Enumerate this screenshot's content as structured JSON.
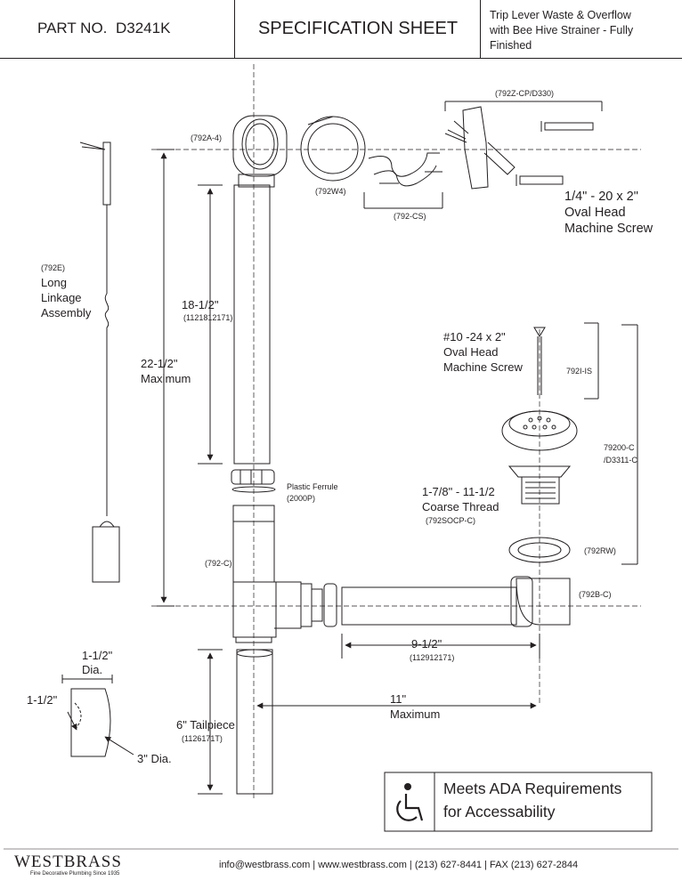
{
  "header": {
    "part_no_label": "PART NO.",
    "part_no": "D3241K",
    "sheet_title": "SPECIFICATION SHEET",
    "description_lines": [
      "Trip Lever Waste & Overflow",
      "with Bee Hive Strainer - Fully",
      "Finished"
    ]
  },
  "parts": {
    "overflow_elbow": "(792A-4)",
    "gasket": "(792W4)",
    "cs": "(792-CS)",
    "faceplate_group": "(792Z-CP/D330)",
    "faceplate_screw": [
      "1/4\" - 20 x 2\"",
      "Oval Head",
      "Machine Screw"
    ],
    "linkage": [
      "(792E)",
      "Long",
      "Linkage",
      "Assembly"
    ],
    "overflow_tube_len": "18-1/2\"",
    "overflow_tube_code": "(1121812171)",
    "max_height": [
      "22-1/2\"",
      "Maximum"
    ],
    "strainer_screw": [
      "#10 -24 x 2\"",
      "Oval Head",
      "Machine Screw"
    ],
    "strainer_screw_code": "792I-IS",
    "strainer_group": [
      "79200-C",
      "/D3311-C"
    ],
    "ferrule": [
      "Plastic Ferrule",
      "(2000P)"
    ],
    "thread": [
      "1-7/8\" - 11-1/2",
      "Coarse Thread"
    ],
    "shoe_code": "(792SOCP-C)",
    "washer_code": "(792RW)",
    "tee_code": "(792-C)",
    "drain_code": "(792B-C)",
    "horizontal_len": "9-1/2\"",
    "horizontal_code": "(112912171)",
    "max_width": [
      "11\"",
      "Maximum"
    ],
    "dia_small": [
      "1-1/2\"",
      "Dia."
    ],
    "side_height": "1-1/2\"",
    "dia_large": "3\" Dia.",
    "tailpiece": "6\" Tailpiece",
    "tailpiece_code": "(1126171T)"
  },
  "ada": {
    "icon": "wheelchair-icon",
    "lines": [
      "Meets  ADA Requirements",
      "for Accessability"
    ]
  },
  "footer": {
    "brand": "WESTBRASS",
    "tagline": "Fine Decorative Plumbing Since 1935",
    "contact": "info@westbrass.com  |  www.westbrass.com  |   (213) 627-8441   |   FAX (213) 627-2844"
  }
}
